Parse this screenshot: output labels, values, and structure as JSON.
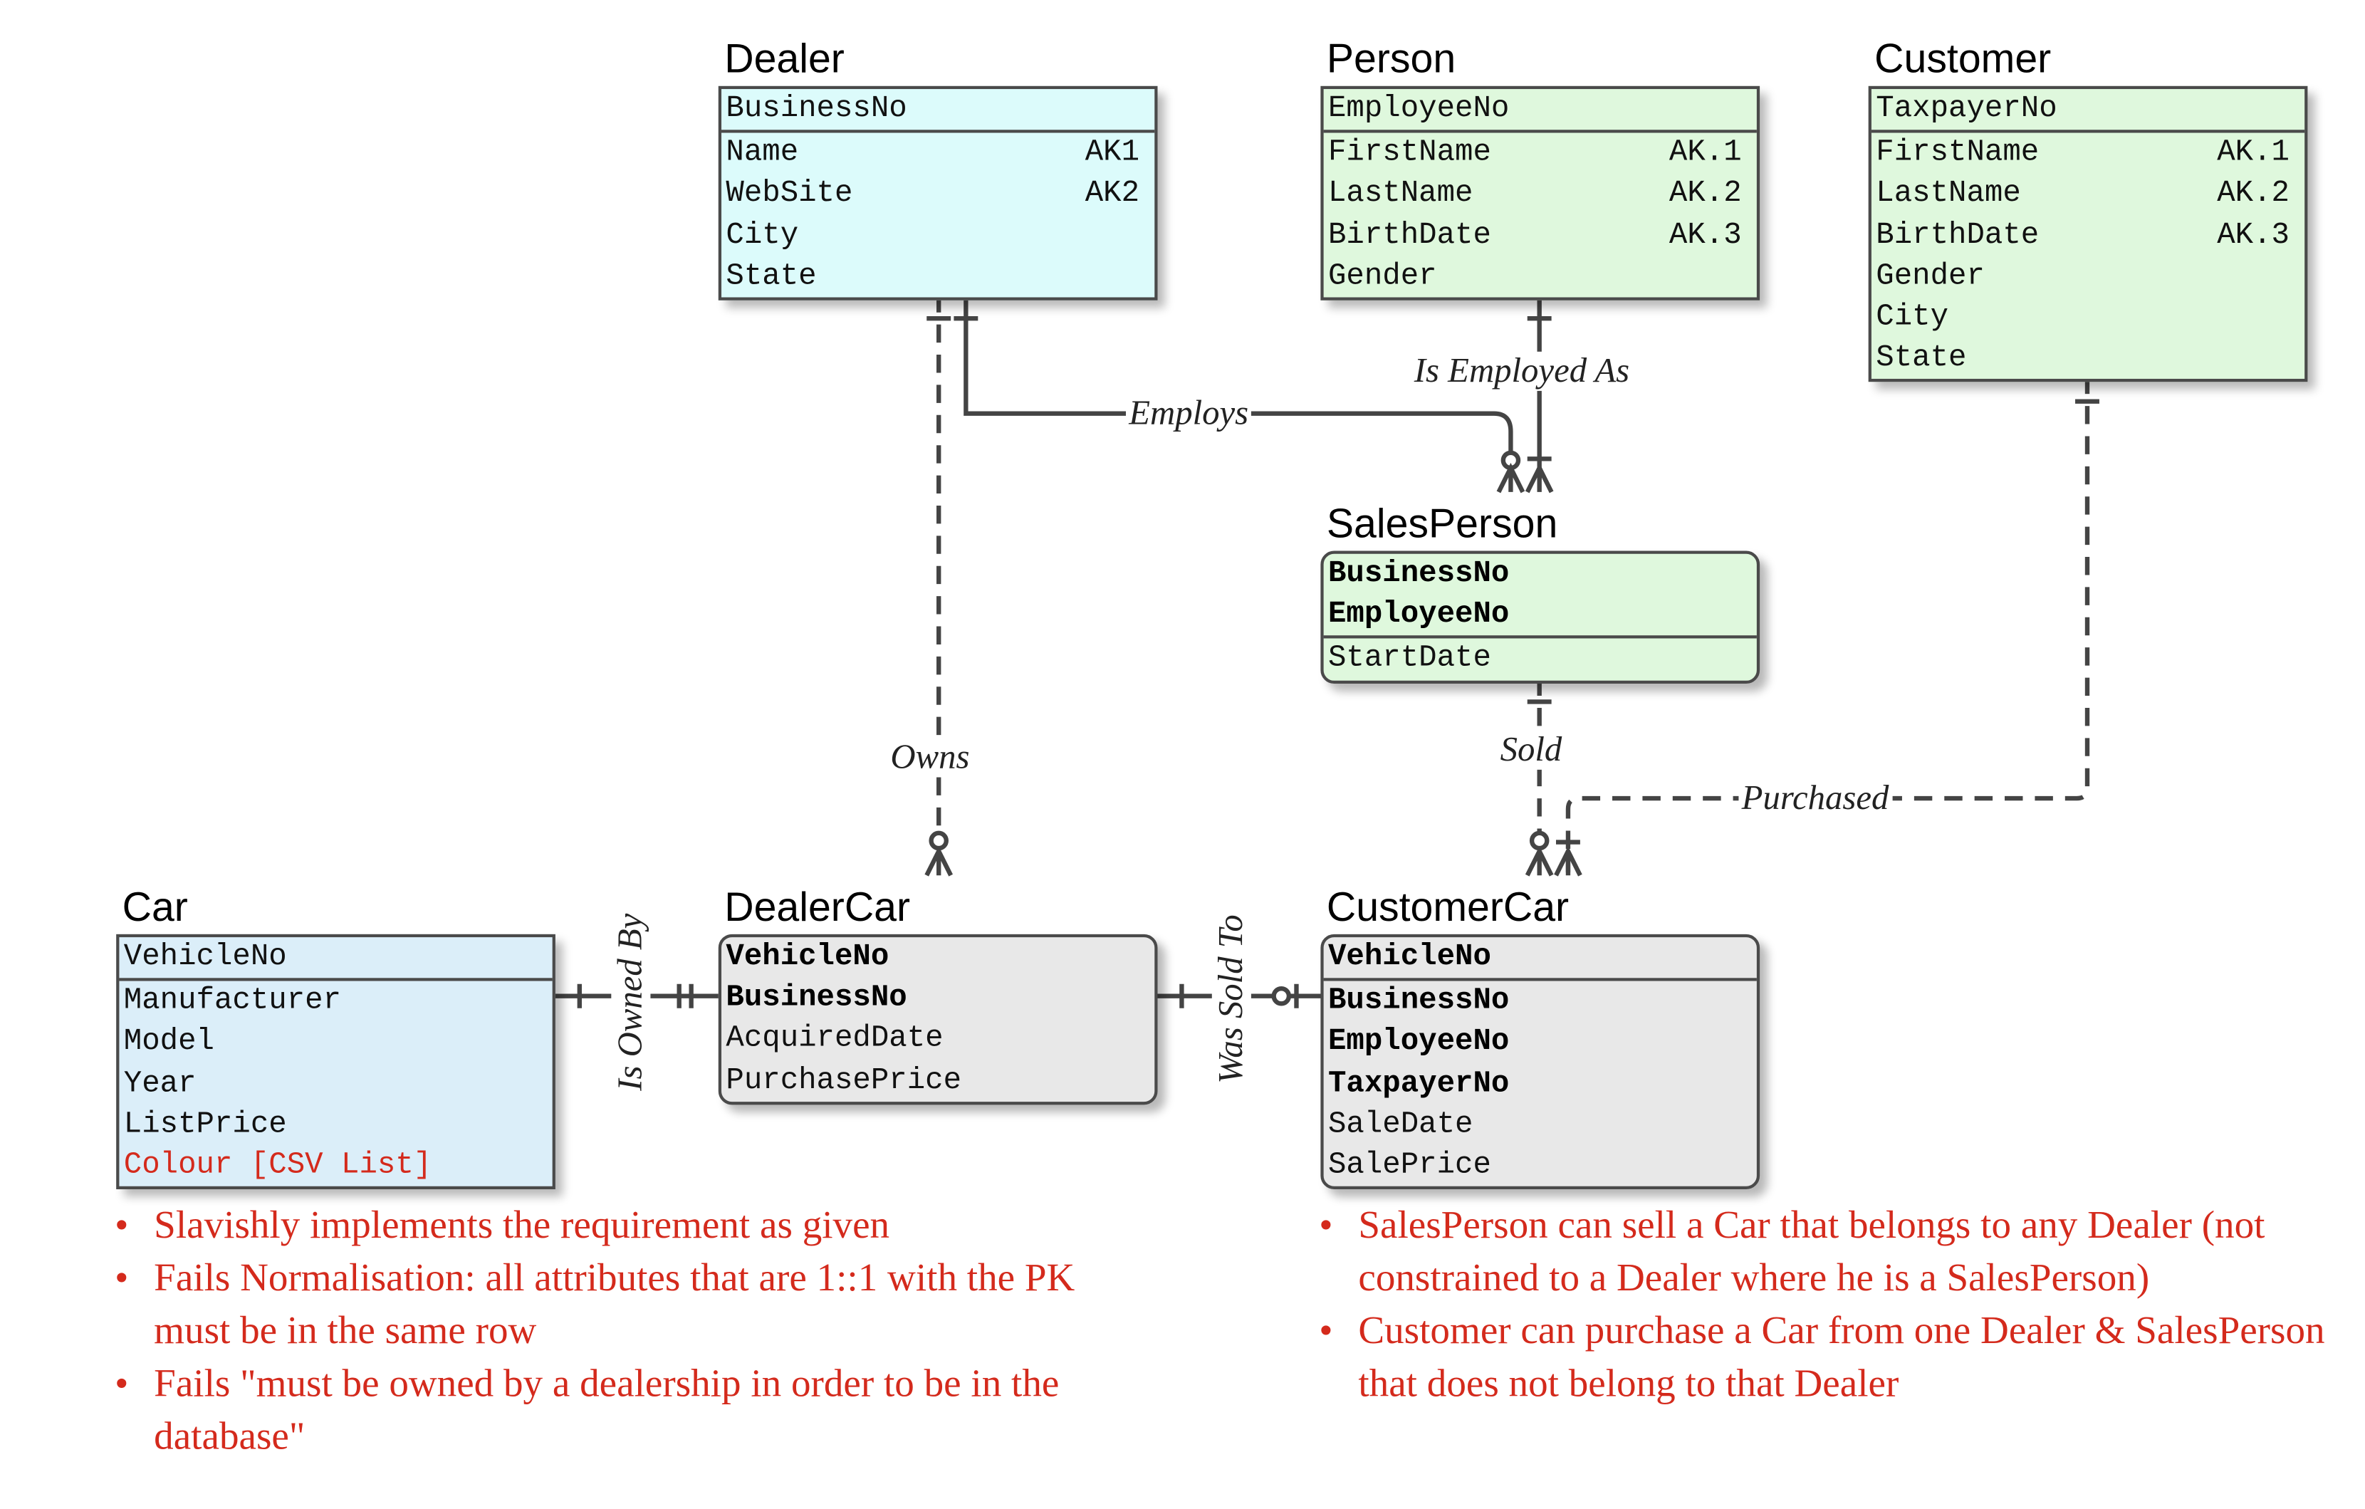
{
  "entities": {
    "dealer": {
      "title": "Dealer",
      "keys": [
        "BusinessNo"
      ],
      "attrs": [
        {
          "name": "Name",
          "ak": "AK1"
        },
        {
          "name": "WebSite",
          "ak": "AK2"
        },
        {
          "name": "City",
          "ak": ""
        },
        {
          "name": "State",
          "ak": ""
        }
      ]
    },
    "person": {
      "title": "Person",
      "keys": [
        "EmployeeNo"
      ],
      "attrs": [
        {
          "name": "FirstName",
          "ak": "AK.1"
        },
        {
          "name": "LastName",
          "ak": "AK.2"
        },
        {
          "name": "BirthDate",
          "ak": "AK.3"
        },
        {
          "name": "Gender",
          "ak": ""
        }
      ]
    },
    "customer": {
      "title": "Customer",
      "keys": [
        "TaxpayerNo"
      ],
      "attrs": [
        {
          "name": "FirstName",
          "ak": "AK.1"
        },
        {
          "name": "LastName",
          "ak": "AK.2"
        },
        {
          "name": "BirthDate",
          "ak": "AK.3"
        },
        {
          "name": "Gender",
          "ak": ""
        },
        {
          "name": "City",
          "ak": ""
        },
        {
          "name": "State",
          "ak": ""
        }
      ]
    },
    "salesperson": {
      "title": "SalesPerson",
      "keys": [
        "BusinessNo",
        "EmployeeNo"
      ],
      "attrs": [
        {
          "name": "StartDate"
        }
      ]
    },
    "car": {
      "title": "Car",
      "keys": [
        "VehicleNo"
      ],
      "attrs": [
        {
          "name": "Manufacturer"
        },
        {
          "name": "Model"
        },
        {
          "name": "Year"
        },
        {
          "name": "ListPrice"
        },
        {
          "name": "Colour [CSV List]"
        }
      ]
    },
    "dealercar": {
      "title": "DealerCar",
      "keys": [
        "VehicleNo",
        "BusinessNo"
      ],
      "attrs": [
        {
          "name": "AcquiredDate"
        },
        {
          "name": "PurchasePrice"
        }
      ]
    },
    "customercar": {
      "title": "CustomerCar",
      "keys": [
        "VehicleNo"
      ],
      "attrs": [
        {
          "name": "BusinessNo"
        },
        {
          "name": "EmployeeNo"
        },
        {
          "name": "TaxpayerNo"
        },
        {
          "name": "SaleDate"
        },
        {
          "name": "SalePrice"
        }
      ]
    }
  },
  "relationships": {
    "employs": "Employs",
    "is_employed_as": "Is Employed As",
    "owns": "Owns",
    "sold": "Sold",
    "purchased": "Purchased",
    "is_owned_by": "Is Owned By",
    "was_sold_to": "Was Sold To"
  },
  "notes_left": [
    "Slavishly implements the requirement as given",
    "Fails Normalisation: all attributes that are 1::1 with the PK must be in the same row",
    "Fails \"must be owned by a dealership in order to be in the database\""
  ],
  "notes_right": [
    "SalesPerson can sell a Car that belongs to any Dealer (not constrained to a Dealer where he is a SalesPerson)",
    "Customer can purchase a Car from one Dealer & SalesPerson that does not belong to that Dealer"
  ],
  "colors": {
    "line": "#444444",
    "note_red": "#d42a1c",
    "independent_blue": "#dbeef9",
    "independent_cyan": "#dcfbfb",
    "green": "#dff8dd",
    "dependent_gray": "#e8e8e8"
  }
}
